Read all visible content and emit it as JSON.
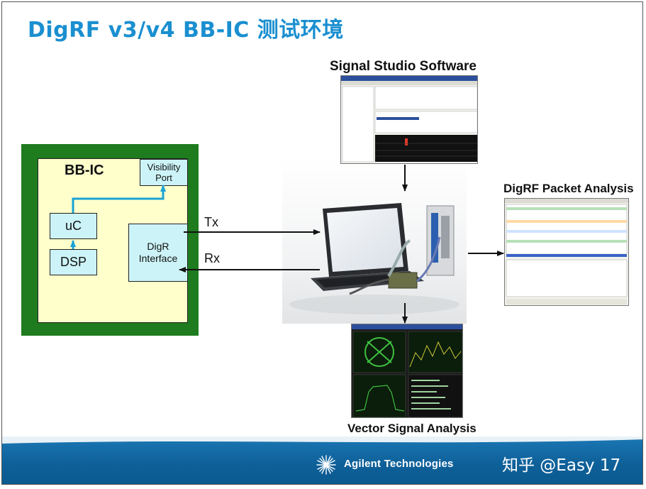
{
  "slide": {
    "title": "DigRF v3/v4 BB-IC 测试环境"
  },
  "labels": {
    "signal_studio": "Signal Studio Software",
    "packet_analysis": "DigRF Packet Analysis",
    "vector_signal": "Vector Signal Analysis"
  },
  "bbic": {
    "title": "BB-IC",
    "visibility_port": [
      "Visibility",
      "Port"
    ],
    "uc": "uC",
    "dsp": "DSP",
    "digr_interface": [
      "DigR",
      "Interface"
    ]
  },
  "links": {
    "tx": "Tx",
    "rx": "Rx"
  },
  "footer": {
    "company": "Agilent Technologies",
    "watermark": "知乎 @Easy 17"
  },
  "colors": {
    "title": "#1a8fd0",
    "green_frame": "#1e7b1e",
    "bbic_fill": "#ffffcc",
    "block_fill": "#ccf3f7",
    "arrow_blue": "#1aa3d6",
    "footer_blue": "#0e5f98"
  },
  "icons": {
    "company_logo": "agilent-spark-icon"
  }
}
